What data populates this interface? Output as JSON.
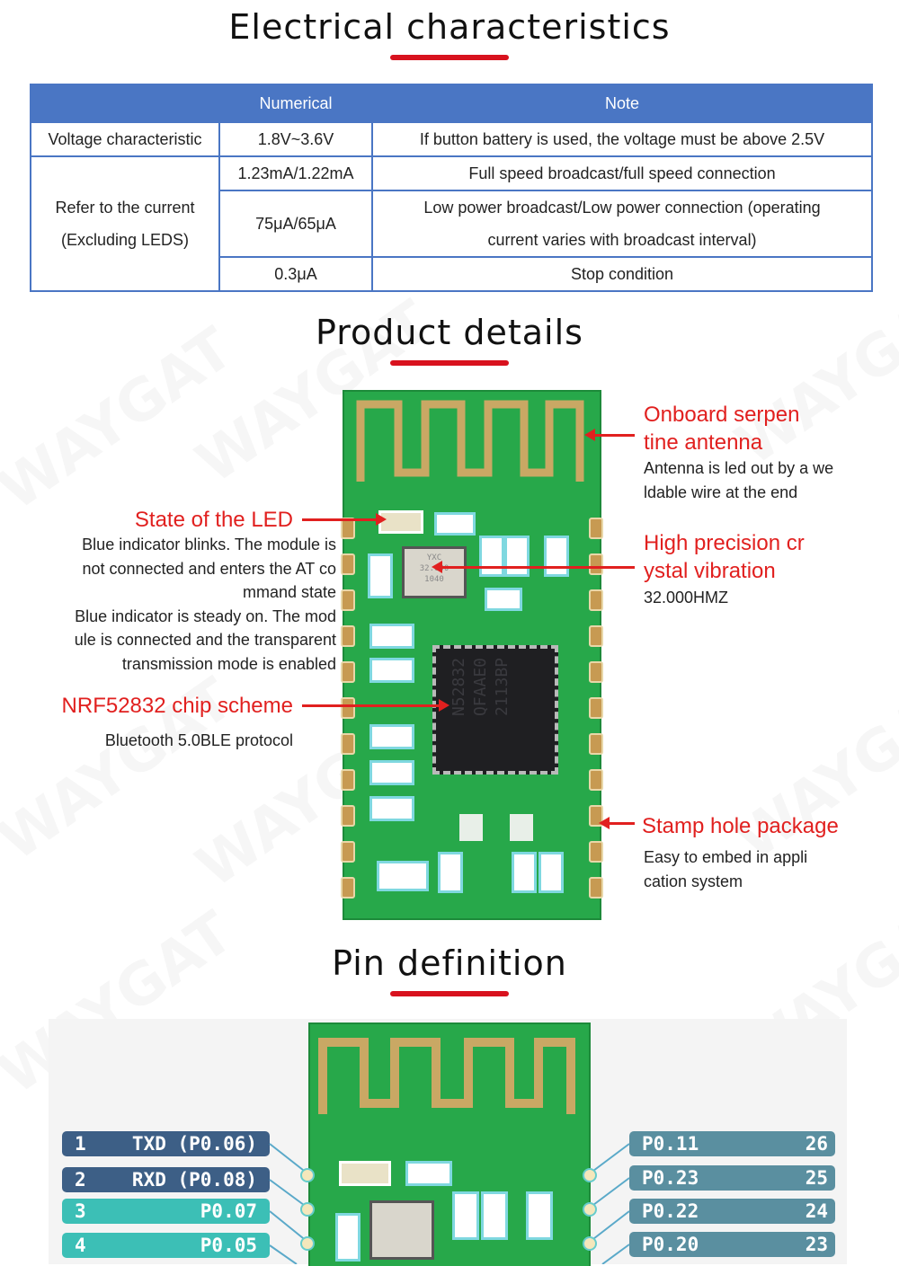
{
  "watermark": "WAYGAT",
  "sections": {
    "electrical_title": "Electrical characteristics",
    "product_title": "Product details",
    "pin_title": "Pin definition"
  },
  "table": {
    "headers": [
      "",
      "Numerical",
      "Note"
    ],
    "voltage": {
      "label": "Voltage characteristic",
      "value": "1.8V~3.6V",
      "note": "If button battery is used, the voltage must be above 2.5V"
    },
    "current_label_line1": "Refer to the current",
    "current_label_line2": "(Excluding LEDS)",
    "current_rows": [
      {
        "value": "1.23mA/1.22mA",
        "note_line1": "Full speed broadcast/full speed connection",
        "note_line2": ""
      },
      {
        "value": "75μA/65μA",
        "note_line1": "Low power broadcast/Low power connection (operating",
        "note_line2": "current varies with broadcast interval)"
      },
      {
        "value": "0.3μA",
        "note_line1": "Stop condition",
        "note_line2": ""
      }
    ],
    "colors": {
      "header_bg": "#4a76c4",
      "border": "#4a76c4"
    }
  },
  "callouts": {
    "antenna": {
      "title_line1": "Onboard serpen",
      "title_line2": "tine antenna",
      "desc_line1": "Antenna is led out by a we",
      "desc_line2": "ldable wire at the end"
    },
    "led": {
      "title": "State of the LED",
      "desc_lines": [
        "Blue indicator blinks. The module is",
        "not connected and enters the AT co",
        "mmand state",
        "Blue indicator is steady on. The mod",
        "ule is connected and the transparent",
        "transmission mode is enabled"
      ]
    },
    "crystal": {
      "title_line1": "High precision cr",
      "title_line2": "ystal vibration",
      "desc": "32.000HMZ"
    },
    "chip": {
      "title": "NRF52832 chip scheme",
      "desc": "Bluetooth 5.0BLE protocol"
    },
    "stamp": {
      "title": "Stamp hole package",
      "desc_line1": "Easy to embed in appli",
      "desc_line2": "cation system"
    }
  },
  "chip_marking": [
    "N52832",
    "QFAAE0",
    "2113BP"
  ],
  "crystal_marking": [
    "YXC",
    "32.000",
    "1040"
  ],
  "pins_left": [
    {
      "num": "1",
      "label": "TXD (P0.06)",
      "color": "#3d5f86"
    },
    {
      "num": "2",
      "label": "RXD (P0.08)",
      "color": "#3d5f86"
    },
    {
      "num": "3",
      "label": "P0.07",
      "color": "#3cbfb6"
    },
    {
      "num": "4",
      "label": "P0.05",
      "color": "#3cbfb6"
    }
  ],
  "pins_right": [
    {
      "num": "26",
      "label": "P0.11",
      "color": "#5a8fa0"
    },
    {
      "num": "25",
      "label": "P0.23",
      "color": "#5a8fa0"
    },
    {
      "num": "24",
      "label": "P0.22",
      "color": "#5a8fa0"
    },
    {
      "num": "23",
      "label": "P0.20",
      "color": "#5a8fa0"
    }
  ],
  "accent": "#e1201f"
}
